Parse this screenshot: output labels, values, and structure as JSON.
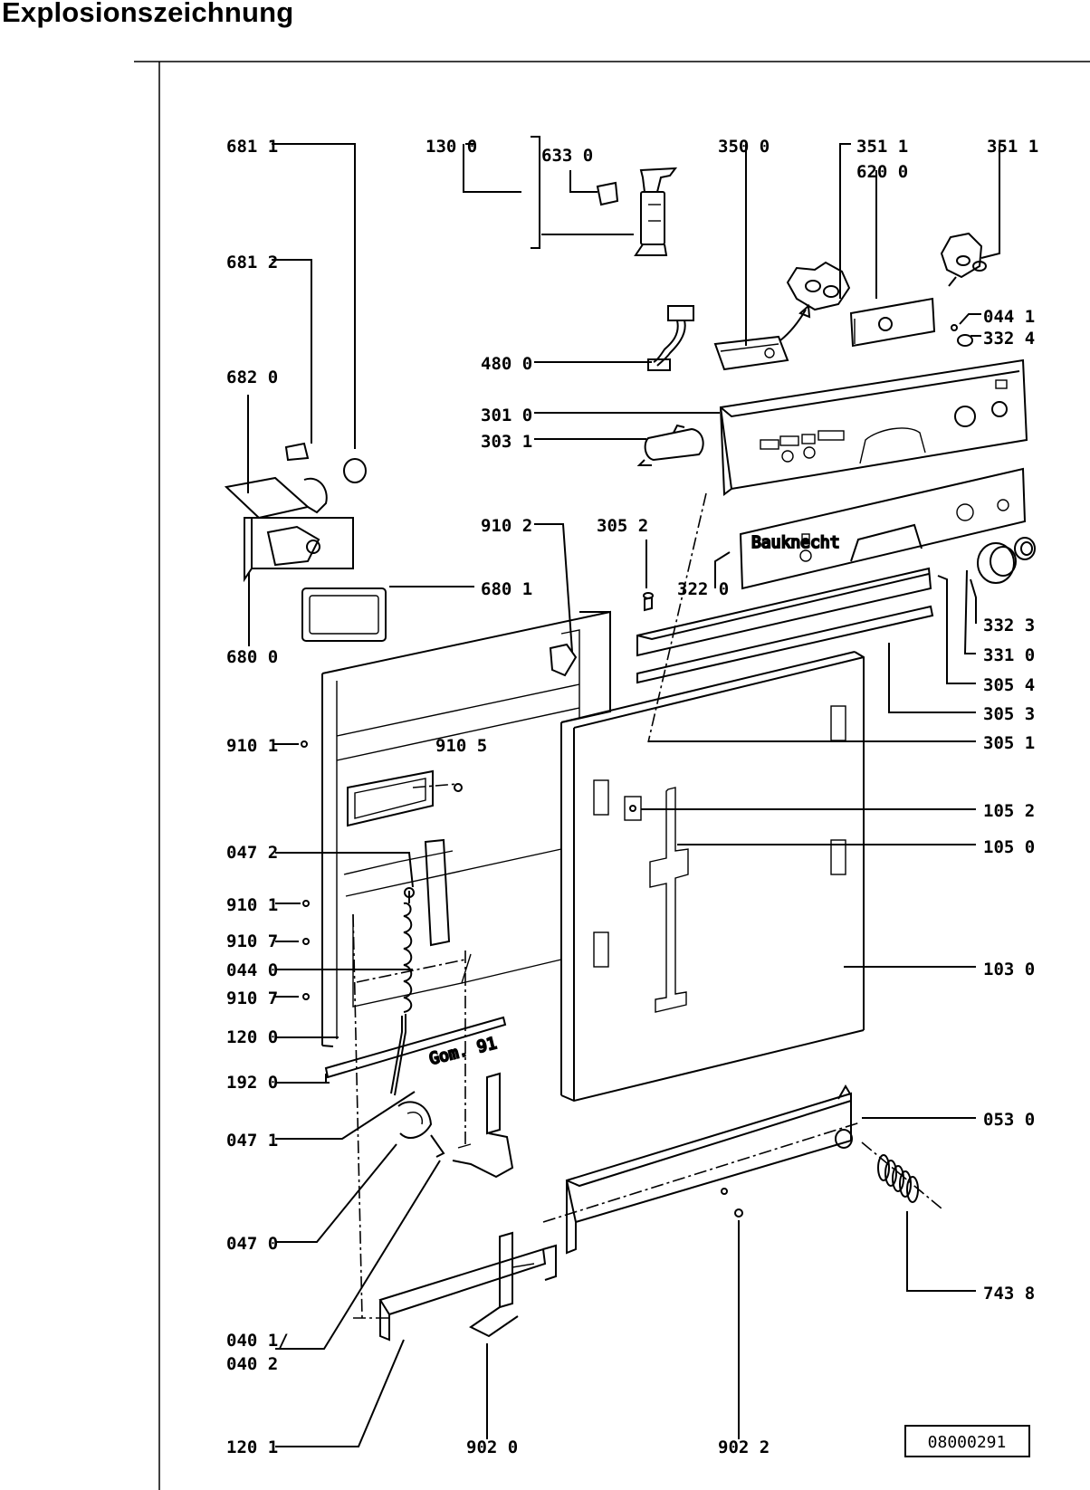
{
  "page": {
    "title": "Explosionszeichnung",
    "drawing_number": "08000291"
  },
  "diagram": {
    "labels": {
      "l6811a": "681 1",
      "l1300": "130 0",
      "l6330": "633 0",
      "l3500": "350 0",
      "l3511a": "351 1",
      "l6200": "620 0",
      "l3511b": "351 1",
      "l6812": "681 2",
      "l0441": "044 1",
      "l3324": "332 4",
      "l4800": "480 0",
      "l6820": "682 0",
      "l3010": "301 0",
      "l3031": "303 1",
      "l9102": "910 2",
      "l3052": "305 2",
      "l3220": "322 0",
      "l6801": "680 1",
      "l3323": "332 3",
      "l6800": "680 0",
      "l3310": "331 0",
      "l3054": "305 4",
      "l3053": "305 3",
      "l9101a": "910 1",
      "l9105": "910 5",
      "l3051": "305 1",
      "l1052": "105 2",
      "l0472": "047 2",
      "l1050": "105 0",
      "l9101b": "910 1",
      "l9107a": "910 7",
      "l0440": "044 0",
      "l1030": "103 0",
      "l9107b": "910 7",
      "l1200": "120 0",
      "l1920": "192 0",
      "l0471": "047 1",
      "l0530": "053 0",
      "l0470": "047 0",
      "l7438": "743 8",
      "l0401": "040 1/",
      "l0402": "040 2",
      "l1201": "120 1",
      "l9020": "902 0",
      "l9022": "902 2"
    },
    "inscriptions": {
      "gasket_stamp": "Gom. 91",
      "brand_mark": "Bauknecht"
    }
  }
}
